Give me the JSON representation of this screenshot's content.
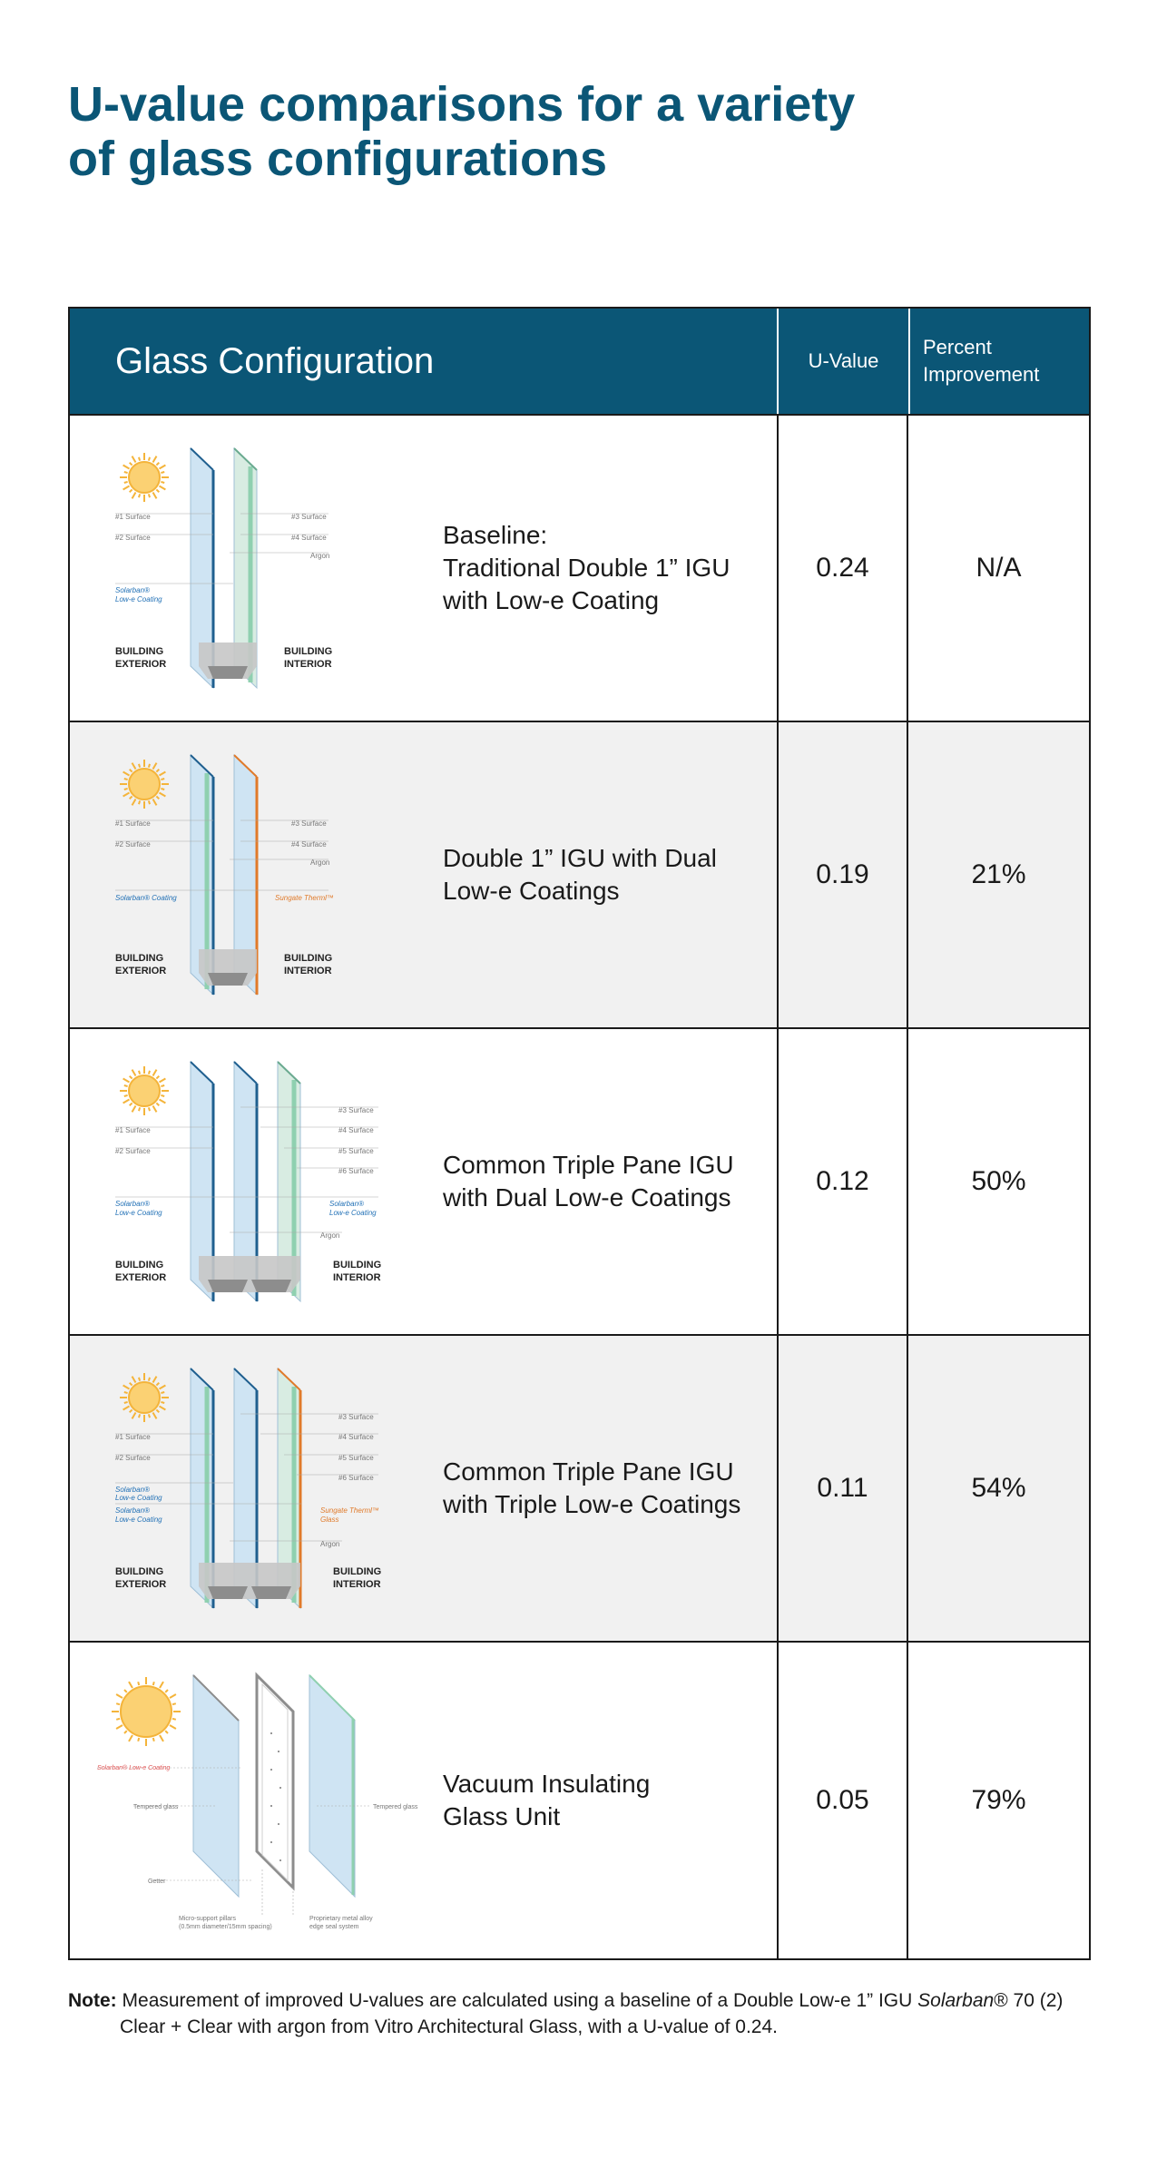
{
  "title": {
    "line1": "U-value comparisons for a variety",
    "line2": "of glass configurations"
  },
  "table": {
    "headers": {
      "config": "Glass Configuration",
      "uvalue": "U-Value",
      "improve_line1": "Percent",
      "improve_line2": "Improvement"
    },
    "rows": [
      {
        "desc_lines": [
          "Baseline:",
          "Traditional Double 1” IGU",
          "with Low-e Coating"
        ],
        "uvalue": "0.24",
        "improvement": "N/A"
      },
      {
        "desc_lines": [
          "Double 1” IGU with Dual",
          "Low-e Coatings"
        ],
        "uvalue": "0.19",
        "improvement": "21%"
      },
      {
        "desc_lines": [
          "Common Triple Pane IGU",
          "with Dual Low-e Coatings"
        ],
        "uvalue": "0.12",
        "improvement": "50%"
      },
      {
        "desc_lines": [
          "Common Triple Pane IGU",
          "with Triple Low-e Coatings"
        ],
        "uvalue": "0.11",
        "improvement": "54%"
      },
      {
        "desc_lines": [
          "Vacuum Insulating",
          "Glass Unit"
        ],
        "uvalue": "0.05",
        "improvement": "79%"
      }
    ]
  },
  "diagram_labels": {
    "s1": "#1 Surface",
    "s2": "#2 Surface",
    "s3": "#3 Surface",
    "s4": "#4 Surface",
    "s5": "#5 Surface",
    "s6": "#6 Surface",
    "argon": "Argon",
    "solarban": "Solarban®",
    "lowe": "Low-e Coating",
    "solarban_coating": "Solarban® Coating",
    "sungate": "Sungate Therml™",
    "glass": "Glass",
    "building": "BUILDING",
    "exterior": "EXTERIOR",
    "interior": "INTERIOR",
    "vig_solarban": "Solarban® Low-e Coating",
    "tempered": "Tempered glass",
    "getter": "Getter",
    "pillars1": "Micro-support pillars",
    "pillars2": "(0.5mm diameter/15mm spacing)",
    "edge1": "Proprietary metal alloy",
    "edge2": "edge seal system"
  },
  "note": {
    "label": "Note:",
    "line1a": "Measurement of improved U-values are calculated using a baseline of a Double Low-e 1” IGU",
    "brand": "Solarban",
    "line1b": "® 70 (2)",
    "line2": "Clear + Clear with argon from Vitro Architectural Glass, with a U-value of 0.24."
  },
  "colors": {
    "brand": "#0b5676",
    "shade": "#f1f1f1",
    "pane": "#cfe4f3",
    "pane_edge": "#1f5f8f",
    "coating": "#8fd0b0",
    "sungate": "#e07a2a",
    "sun": "#f4b43a"
  }
}
